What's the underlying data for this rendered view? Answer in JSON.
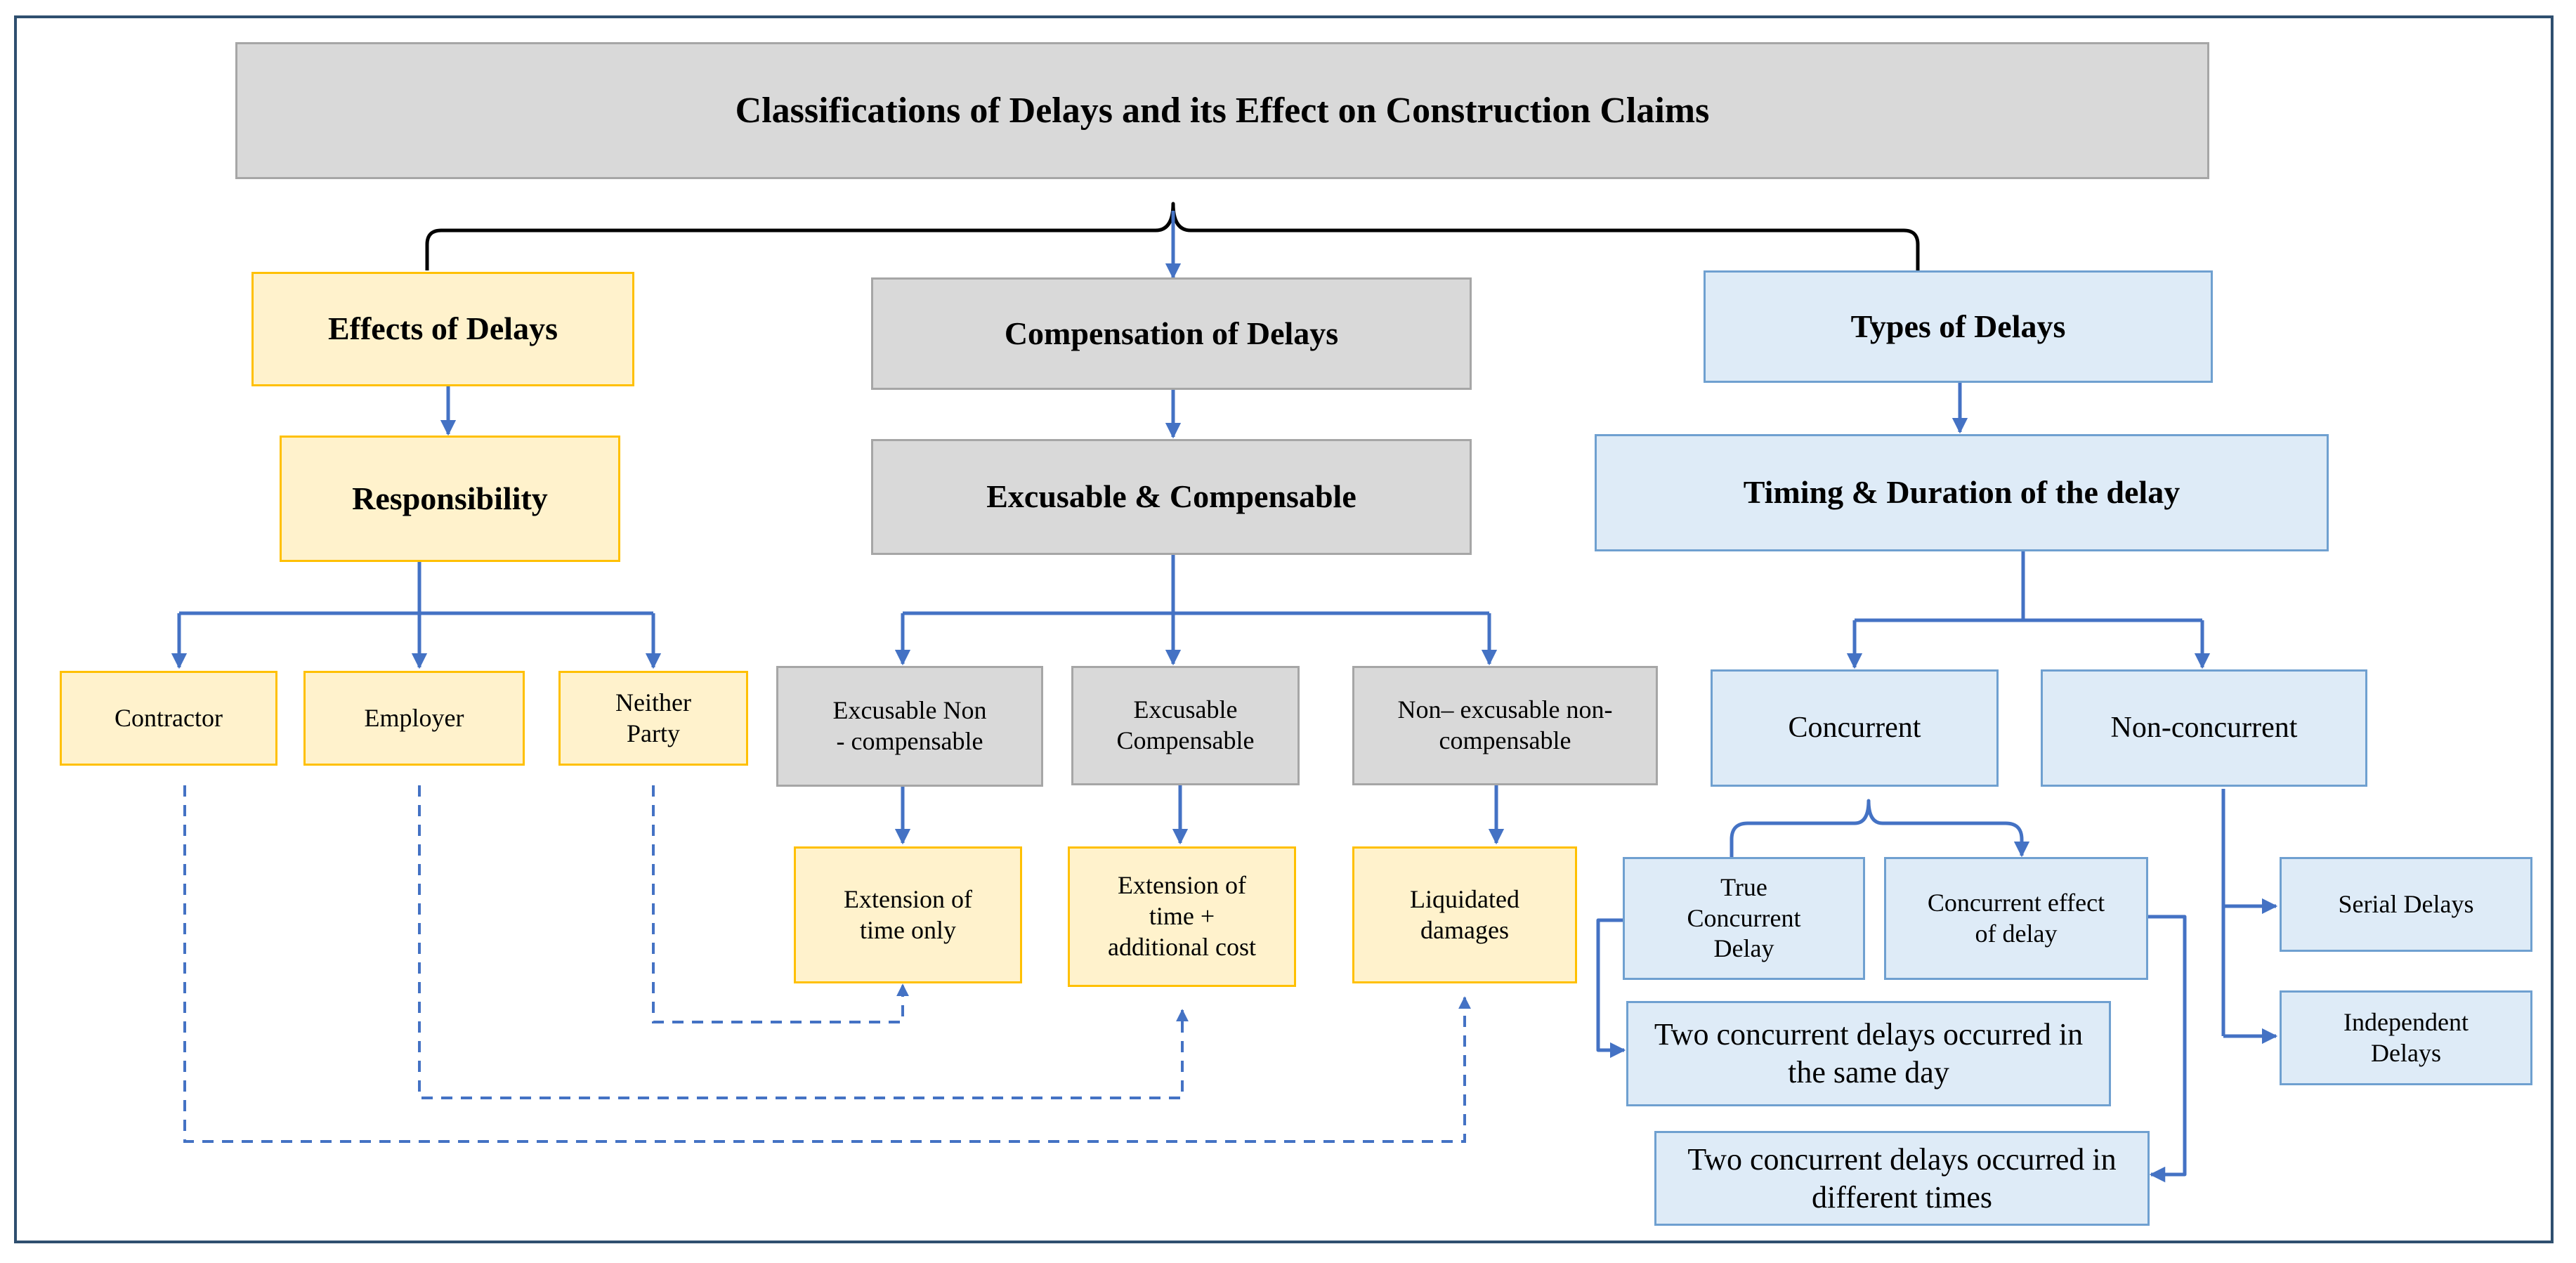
{
  "diagram": {
    "title": "Classifications of Delays and its Effect on Construction Claims",
    "effects": {
      "header": "Effects of Delays",
      "responsibility": "Responsibility",
      "parties": [
        "Contractor",
        "Employer",
        "Neither Party"
      ]
    },
    "compensation": {
      "header": "Compensation of Delays",
      "sub": "Excusable & Compensable",
      "categories": [
        "Excusable Non - compensable",
        "Excusable Compensable",
        "Non– excusable non-compensable"
      ],
      "outcomes": [
        "Extension of time only",
        "Extension of time + additional cost",
        "Liquidated damages"
      ]
    },
    "types": {
      "header": "Types of Delays",
      "timing": "Timing & Duration of the delay",
      "concurrent": "Concurrent",
      "non_concurrent": "Non-concurrent",
      "true_concurrent": "True Concurrent Delay",
      "concurrent_effect": "Concurrent effect of delay",
      "same_day": "Two concurrent delays occurred in the same day",
      "different_times": "Two concurrent delays occurred in different times",
      "serial": "Serial Delays",
      "independent": "Independent Delays"
    },
    "colors": {
      "grey_fill": "#d9d9d9",
      "yellow_fill": "#fff2cc",
      "yellow_border": "#ffc000",
      "blue_fill": "#deebf7",
      "arrow": "#4472c4"
    }
  }
}
